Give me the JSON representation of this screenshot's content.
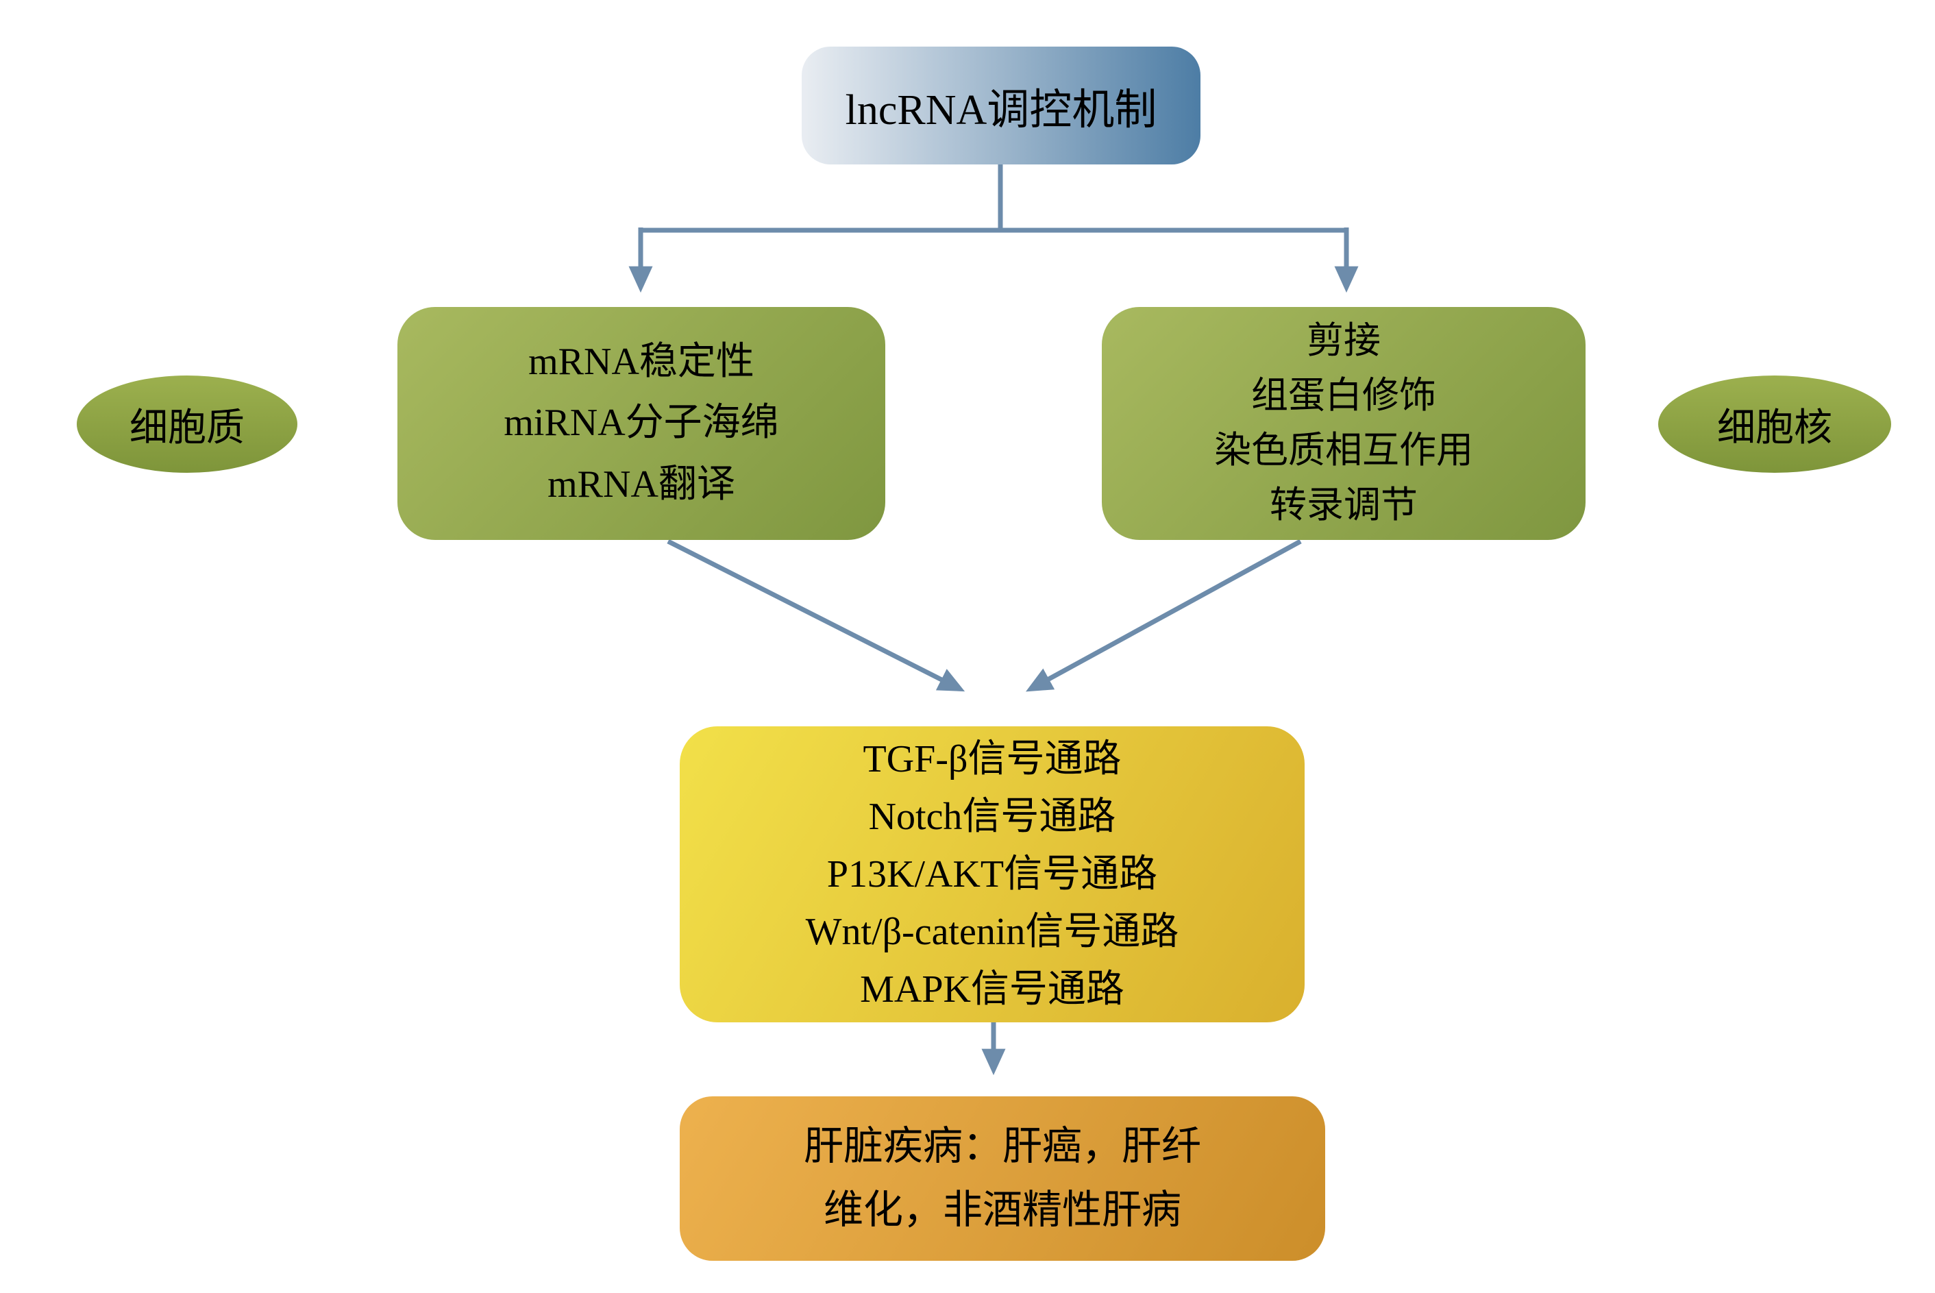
{
  "nodes": {
    "root": {
      "label": "lncRNA调控机制"
    },
    "cytoplasm_box": {
      "lines": [
        "mRNA稳定性",
        "miRNA分子海绵",
        "mRNA翻译"
      ]
    },
    "nucleus_box": {
      "lines": [
        "剪接",
        "组蛋白修饰",
        "染色质相互作用",
        "转录调节"
      ]
    },
    "cytoplasm_label": {
      "label": "细胞质"
    },
    "nucleus_label": {
      "label": "细胞核"
    },
    "pathways_box": {
      "lines": [
        "TGF-β信号通路",
        "Notch信号通路",
        "P13K/AKT信号通路",
        "Wnt/β-catenin信号通路",
        "MAPK信号通路"
      ]
    },
    "disease_box": {
      "lines": [
        "肝脏疾病：肝癌，肝纤",
        "维化，非酒精性肝病"
      ]
    }
  },
  "colors": {
    "arrow": "#6d8cab",
    "text": "#000000",
    "background": "#ffffff",
    "root_gradient_start": "#e9edf2",
    "root_gradient_mid": "#9db6cc",
    "root_gradient_end": "#4d7da5",
    "green_gradient_start": "#a8b95f",
    "green_gradient_end": "#7f9740",
    "ellipse_gradient_start": "#9cb04e",
    "ellipse_gradient_end": "#7e953a",
    "yellow_gradient_start": "#f2e049",
    "yellow_gradient_end": "#d9b02e",
    "orange_gradient_start": "#edb14e",
    "orange_gradient_end": "#cc8e2a"
  }
}
